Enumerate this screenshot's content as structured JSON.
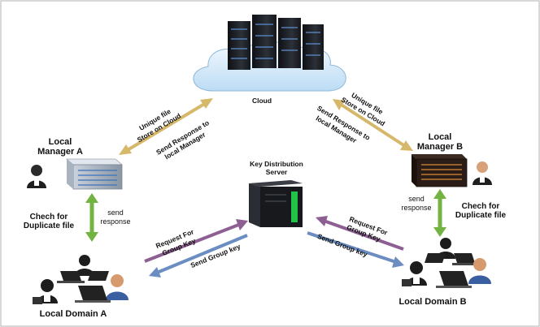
{
  "nodes": {
    "cloud": "Cloud",
    "key_server": [
      "Key Distribution",
      "Server"
    ],
    "manager_a": [
      "Local",
      "Manager A"
    ],
    "manager_b": [
      "Local",
      "Manager B"
    ],
    "domain_a": "Local Domain A",
    "domain_b": "Local Domain B"
  },
  "edges": {
    "a_to_cloud": [
      "Unique file",
      "Store on Cloud"
    ],
    "cloud_to_a": [
      "Send Response to",
      "local Manager"
    ],
    "b_to_cloud": [
      "Unique file",
      "Store on Cloud"
    ],
    "cloud_to_b": [
      "Send Response to",
      "local Manager"
    ],
    "a_check": [
      "Chech for",
      "Duplicate file"
    ],
    "a_response": [
      "send",
      "response"
    ],
    "b_check": [
      "Chech for",
      "Duplicate file"
    ],
    "b_response": [
      "send",
      "response"
    ],
    "a_request_key": [
      "Request For",
      "Group Key"
    ],
    "a_send_key": "Send Group key",
    "b_request_key": [
      "Request For",
      "Group Key"
    ],
    "b_send_key": "Send Group key"
  },
  "colors": {
    "gold_arrow": "#d6b86a",
    "green_arrow": "#72b342",
    "purple_arrow": "#8d5f92",
    "blue_arrow": "#6b8dc2",
    "cloud_fill": "#cfe6f8",
    "server_dark": "#1d1f24",
    "server_green": "#22c24a",
    "server_blue": "#5d8fd0"
  }
}
